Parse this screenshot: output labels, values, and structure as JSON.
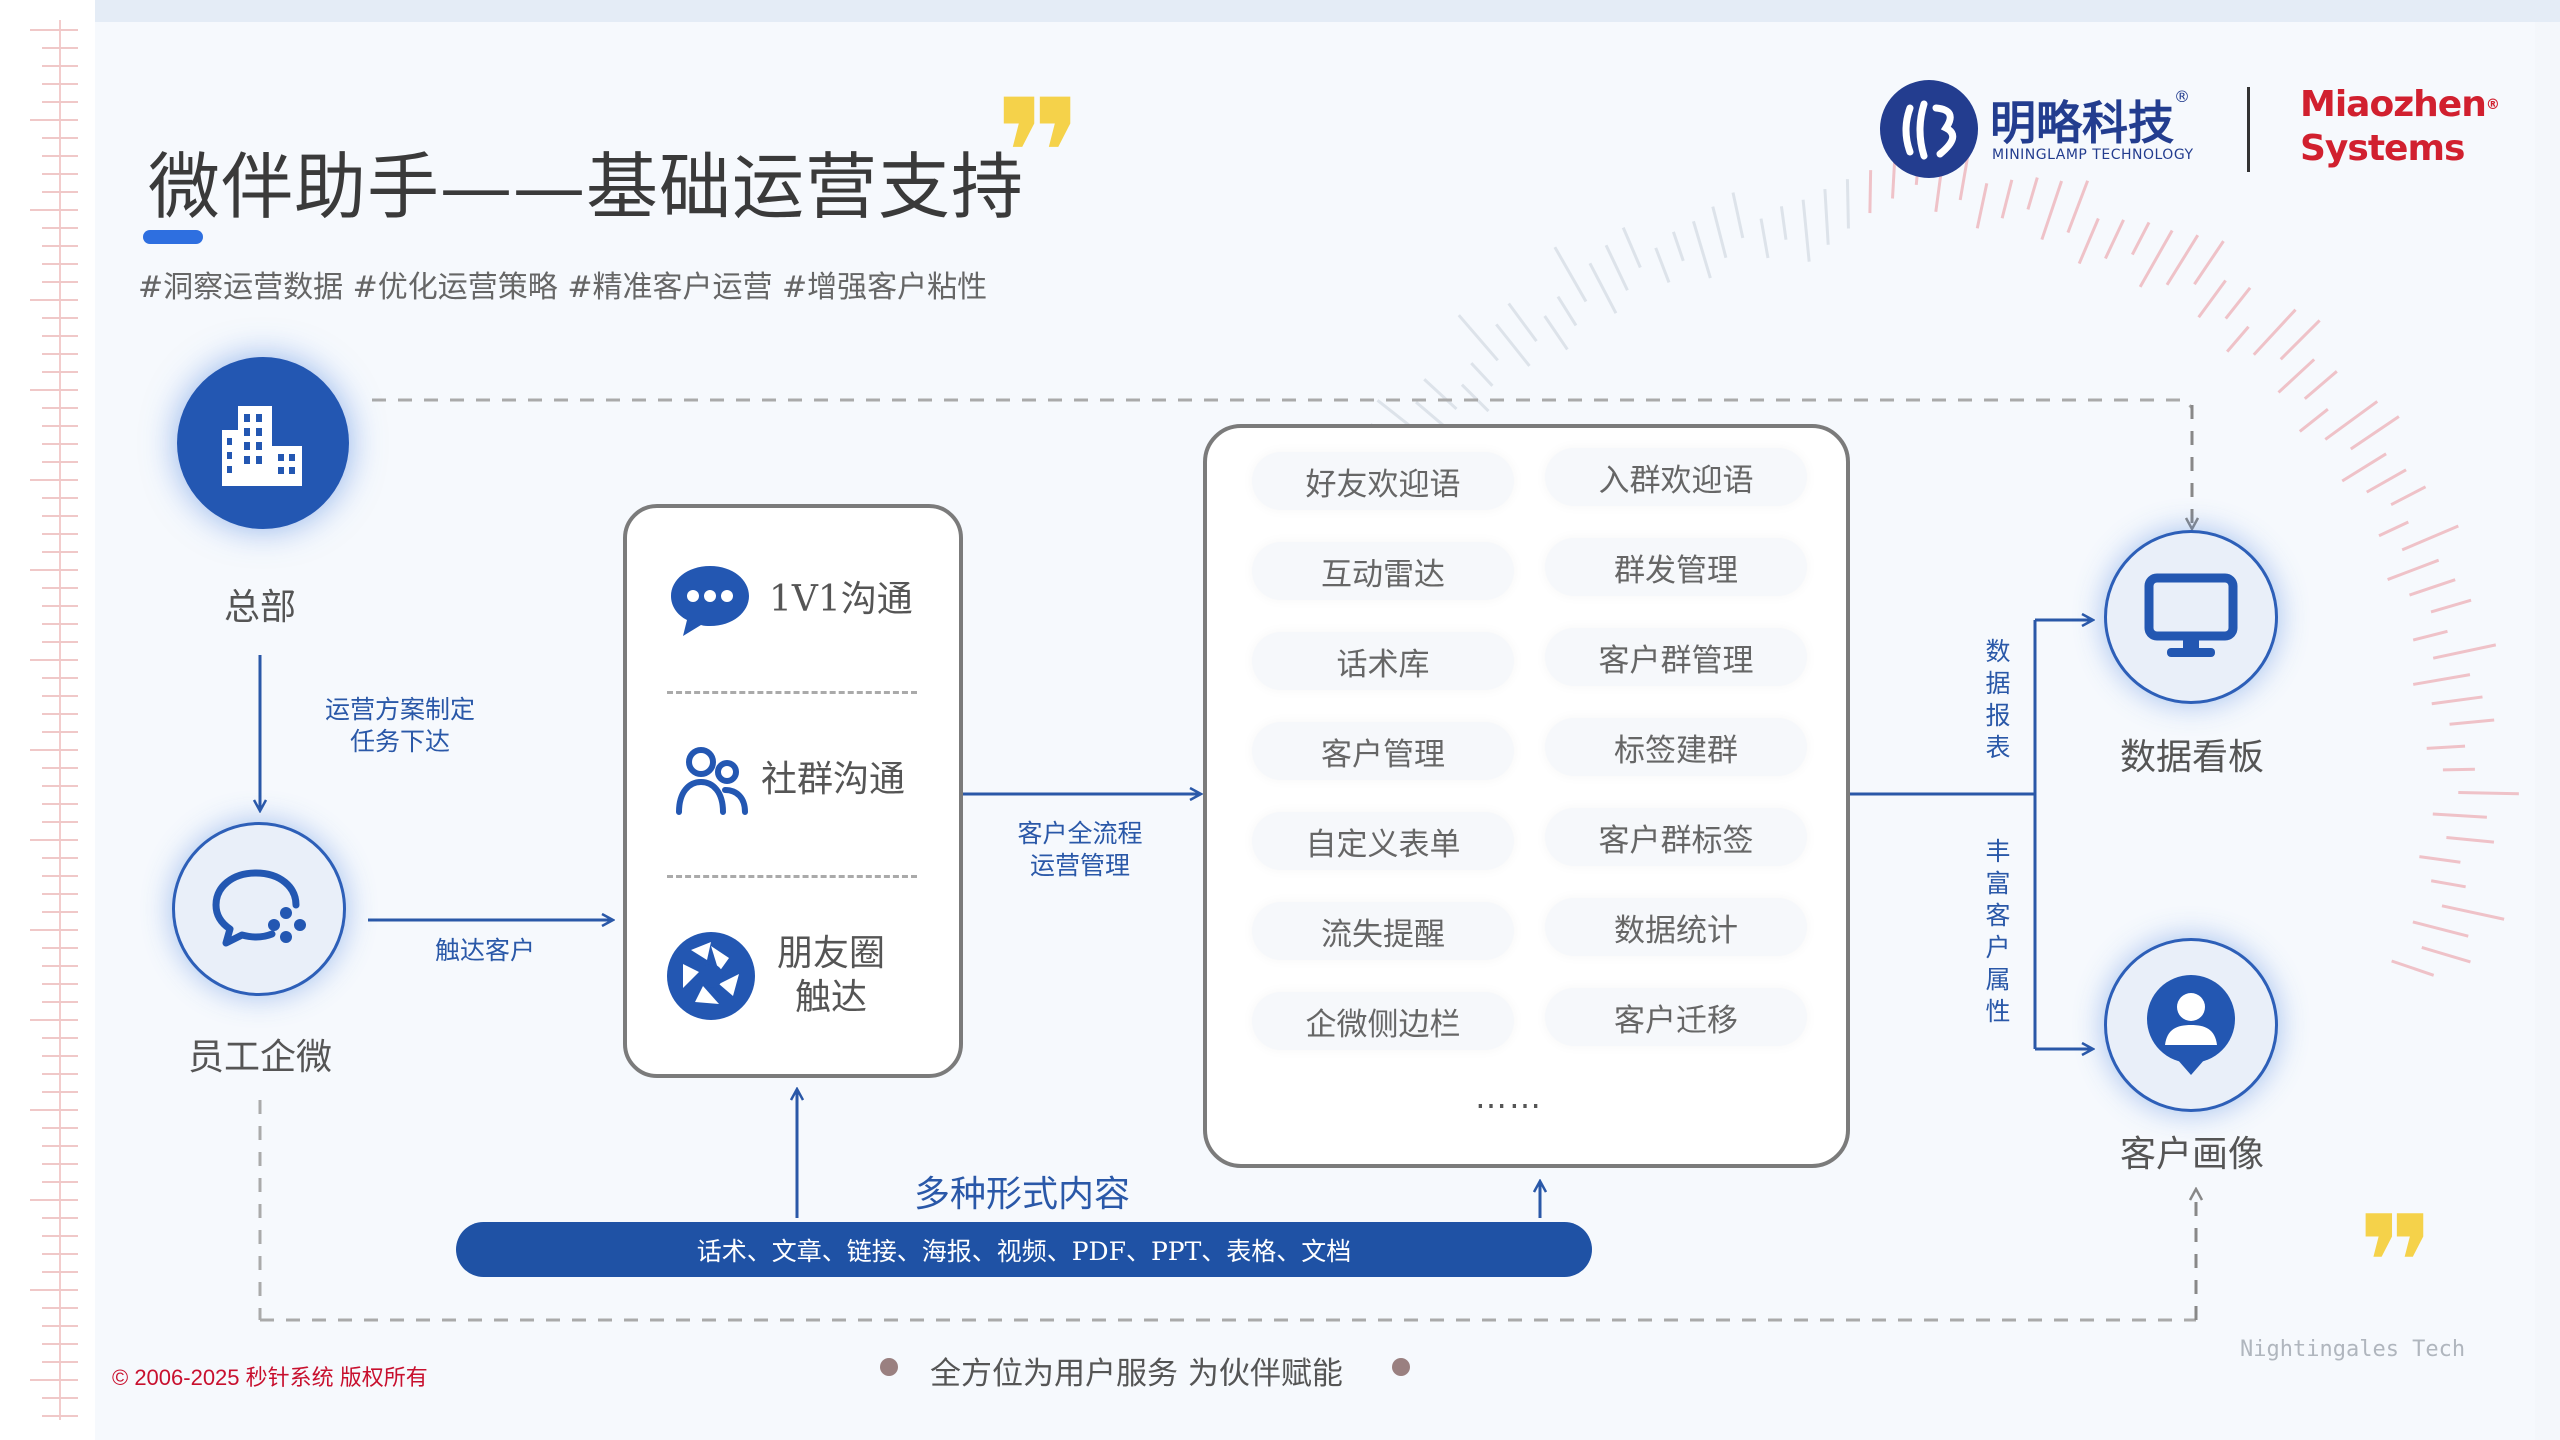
{
  "header": {
    "title": "微伴助手——基础运营支持",
    "tags": "#洞察运营数据 #优化运营策略 #精准客户运营 #增强客户粘性"
  },
  "logo": {
    "cn_name": "明略科技",
    "registered_mark": "®",
    "en_name": "MININGLAMP TECHNOLOGY",
    "partner_line1": "Miaozhen",
    "partner_line2": "Systems",
    "partner_mark": "®"
  },
  "nodes": {
    "hq": {
      "label": "总部",
      "icon": "building-icon"
    },
    "employee": {
      "label": "员工企微",
      "icon": "wecom-chat-icon"
    },
    "dashboard": {
      "label": "数据看板",
      "icon": "monitor-icon"
    },
    "portrait": {
      "label": "客户画像",
      "icon": "user-portrait-icon"
    }
  },
  "edges": {
    "hq_to_employee_line1": "运营方案制定",
    "hq_to_employee_line2": "任务下达",
    "employee_to_channels": "触达客户",
    "channels_to_functions_line1": "客户全流程",
    "channels_to_functions_line2": "运营管理",
    "to_dashboard": "数据报表",
    "to_portrait": "丰富客户属性"
  },
  "channels": [
    {
      "label": "1V1沟通",
      "icon": "chat-bubble-icon"
    },
    {
      "label": "社群沟通",
      "icon": "group-users-icon"
    },
    {
      "label": "朋友圈",
      "label2": "触达",
      "icon": "moments-shutter-icon"
    }
  ],
  "functions": {
    "left": [
      "好友欢迎语",
      "互动雷达",
      "话术库",
      "客户管理",
      "自定义表单",
      "流失提醒",
      "企微侧边栏"
    ],
    "right": [
      "入群欢迎语",
      "群发管理",
      "客户群管理",
      "标签建群",
      "客户群标签",
      "数据统计",
      "客户迁移"
    ],
    "more": "……"
  },
  "content": {
    "title": "多种形式内容",
    "items": "话术、文章、链接、海报、视频、PDF、PPT、表格、文档"
  },
  "footer": {
    "slogan": "全方位为用户服务 为伙伴赋能",
    "copyright": "© 2006-2025 秒针系统 版权所有",
    "watermark": "Nightingales Tech"
  },
  "colors": {
    "accent_blue": "#2357b2",
    "line_blue": "#2a58a8",
    "quote_yellow": "#f5d24a",
    "copyright_red": "#c8102e",
    "brand_navy": "#233d8f",
    "brand_red": "#d1202f"
  }
}
